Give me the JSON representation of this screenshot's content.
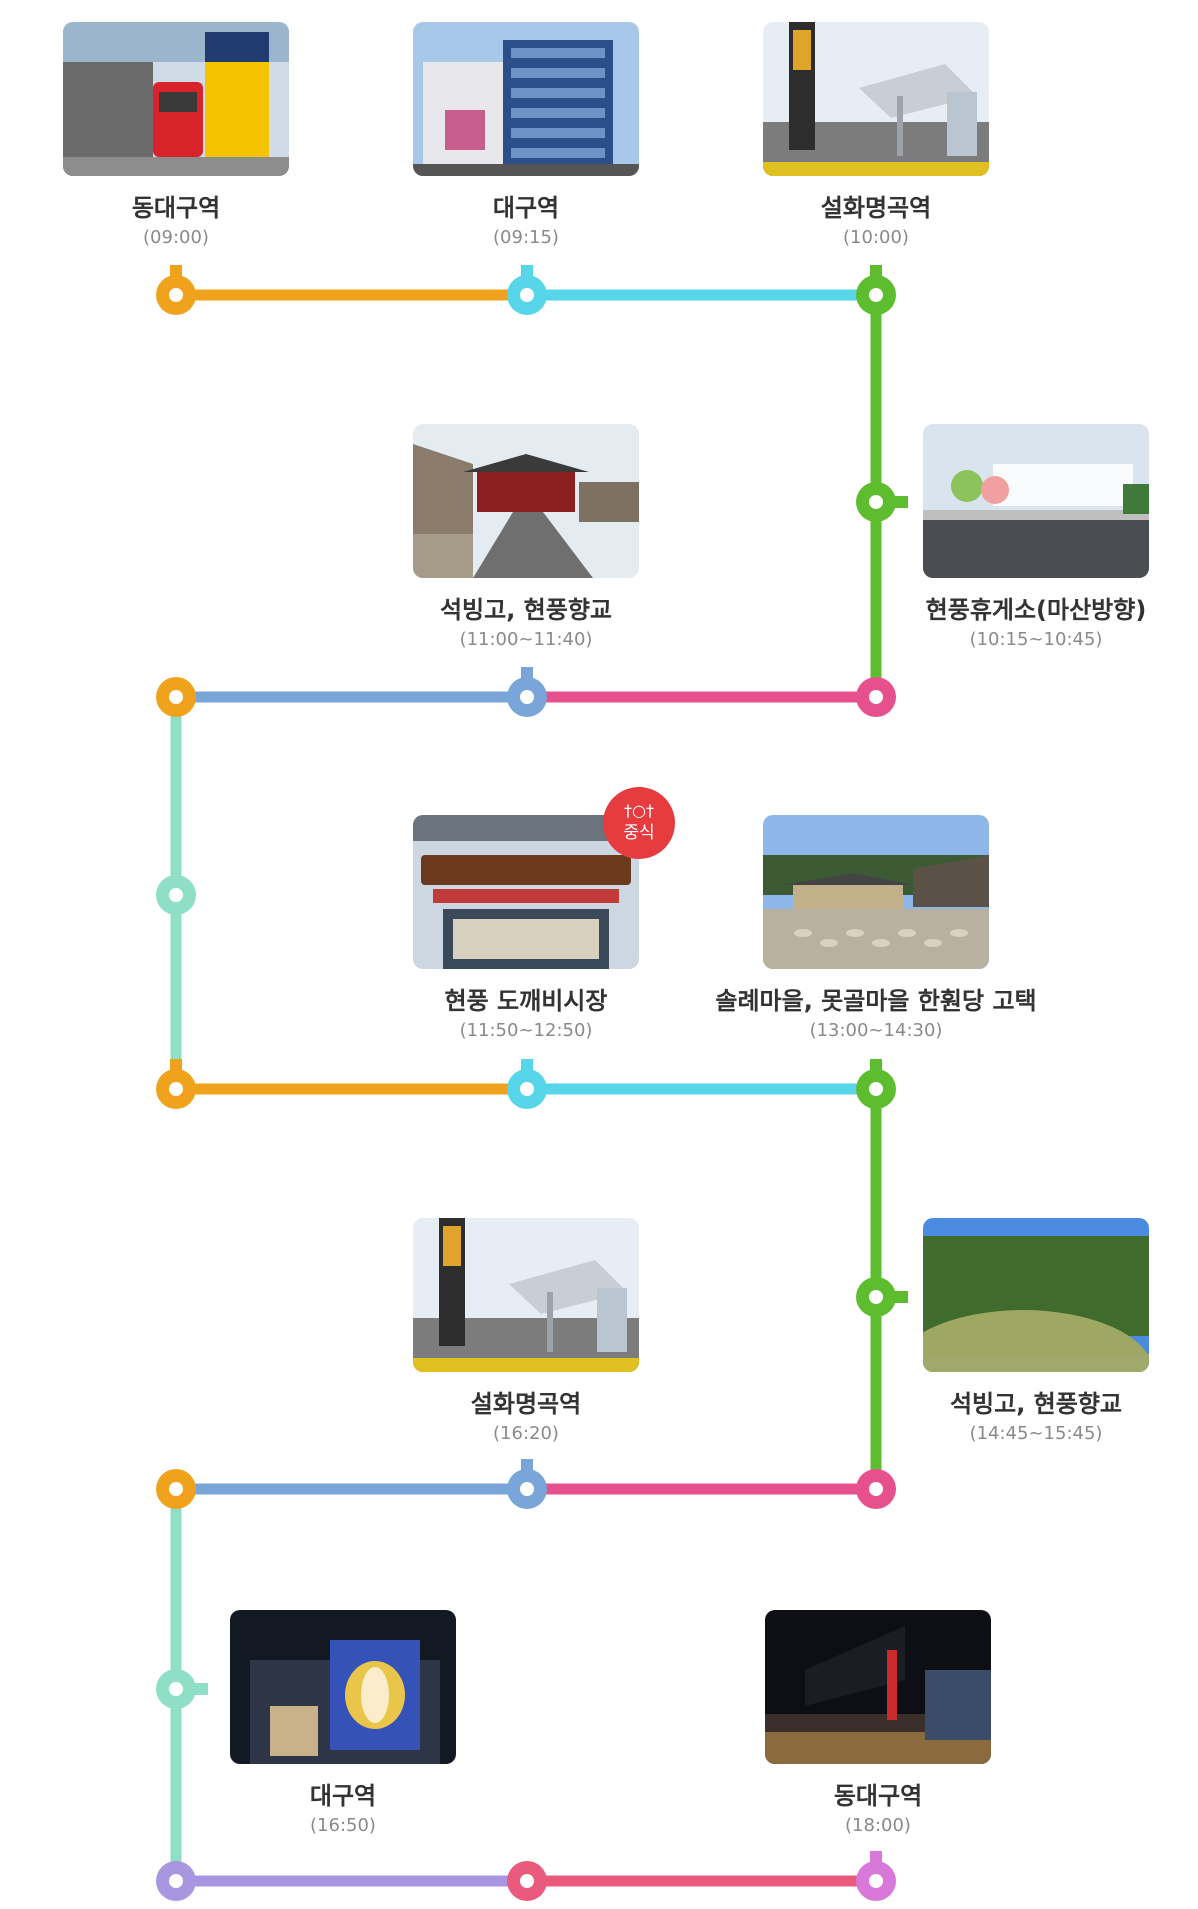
{
  "stops": [
    {
      "name": "동대구역",
      "time": "(09:00)",
      "photo": "bus-station-sign"
    },
    {
      "name": "대구역",
      "time": "(09:15)",
      "photo": "station-building"
    },
    {
      "name": "설화명곡역",
      "time": "(10:00)",
      "photo": "metro-entrance"
    },
    {
      "name": "현풍휴게소(마산방향)",
      "time": "(10:15~10:45)",
      "photo": "rest-area-sign"
    },
    {
      "name": "석빙고, 현풍향교",
      "time": "(11:00~11:40)",
      "photo": "hanok-gate"
    },
    {
      "name": "현풍 도깨비시장",
      "time": "(11:50~12:50)",
      "photo": "market-gate",
      "badge": {
        "label": "중식",
        "icon": "restaurant-icon"
      }
    },
    {
      "name": "솔례마을, 못골마을 한훤당 고택",
      "time": "(13:00~14:30)",
      "photo": "hanok-courtyard"
    },
    {
      "name": "석빙고, 현풍향교",
      "time": "(14:45~15:45)",
      "photo": "grassy-mound"
    },
    {
      "name": "설화명곡역",
      "time": "(16:20)",
      "photo": "metro-entrance"
    },
    {
      "name": "대구역",
      "time": "(16:50)",
      "photo": "station-night"
    },
    {
      "name": "동대구역",
      "time": "(18:00)",
      "photo": "station-night-sign"
    }
  ],
  "colors": {
    "orange": "#f0a21c",
    "cyan": "#56d6e8",
    "green": "#5ebd2e",
    "blue": "#79a5d8",
    "pink": "#e6508c",
    "mint": "#8fdec6",
    "purple": "#a996e0",
    "coral": "#e95a7c",
    "magenta": "#d878d8",
    "badge": "#e63b3f"
  }
}
